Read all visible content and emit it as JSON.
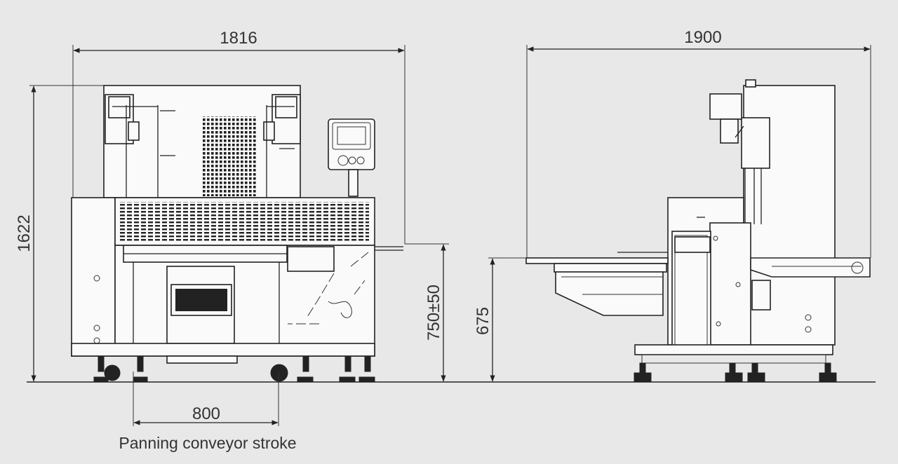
{
  "drawing": {
    "background": "#e8e8e8",
    "line_color": "#222222",
    "front_view": {
      "width_label": "1816",
      "height_label": "1622",
      "table_height_label": "750±50",
      "stroke_length_label": "800",
      "stroke_caption": "Panning conveyor stroke"
    },
    "side_view": {
      "depth_label": "1900",
      "infeed_height_label": "675"
    }
  }
}
